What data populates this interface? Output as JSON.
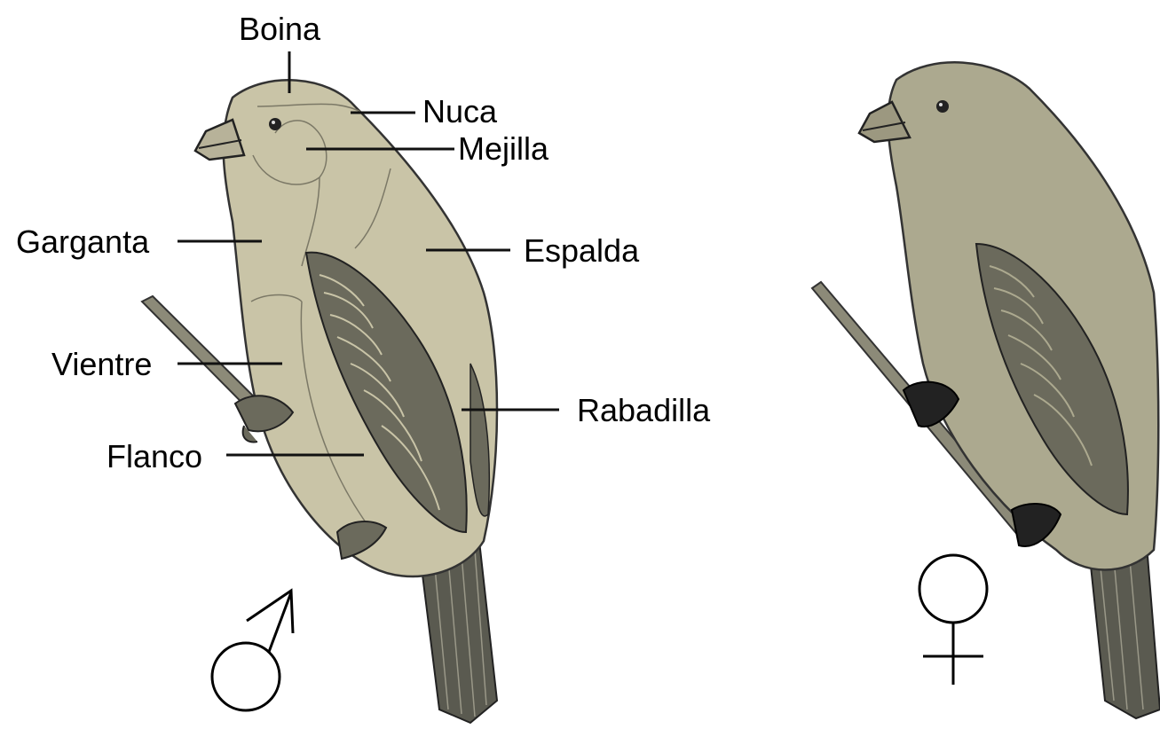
{
  "labels": {
    "boina": "Boina",
    "nuca": "Nuca",
    "mejilla": "Mejilla",
    "garganta": "Garganta",
    "espalda": "Espalda",
    "vientre": "Vientre",
    "rabadilla": "Rabadilla",
    "flanco": "Flanco"
  },
  "symbols": {
    "male": "♂",
    "female": "♀"
  },
  "colors": {
    "male_body": "#c9c4a7",
    "female_body": "#aca98f",
    "wing_dark": "#4a4a40",
    "line": "#111111"
  }
}
